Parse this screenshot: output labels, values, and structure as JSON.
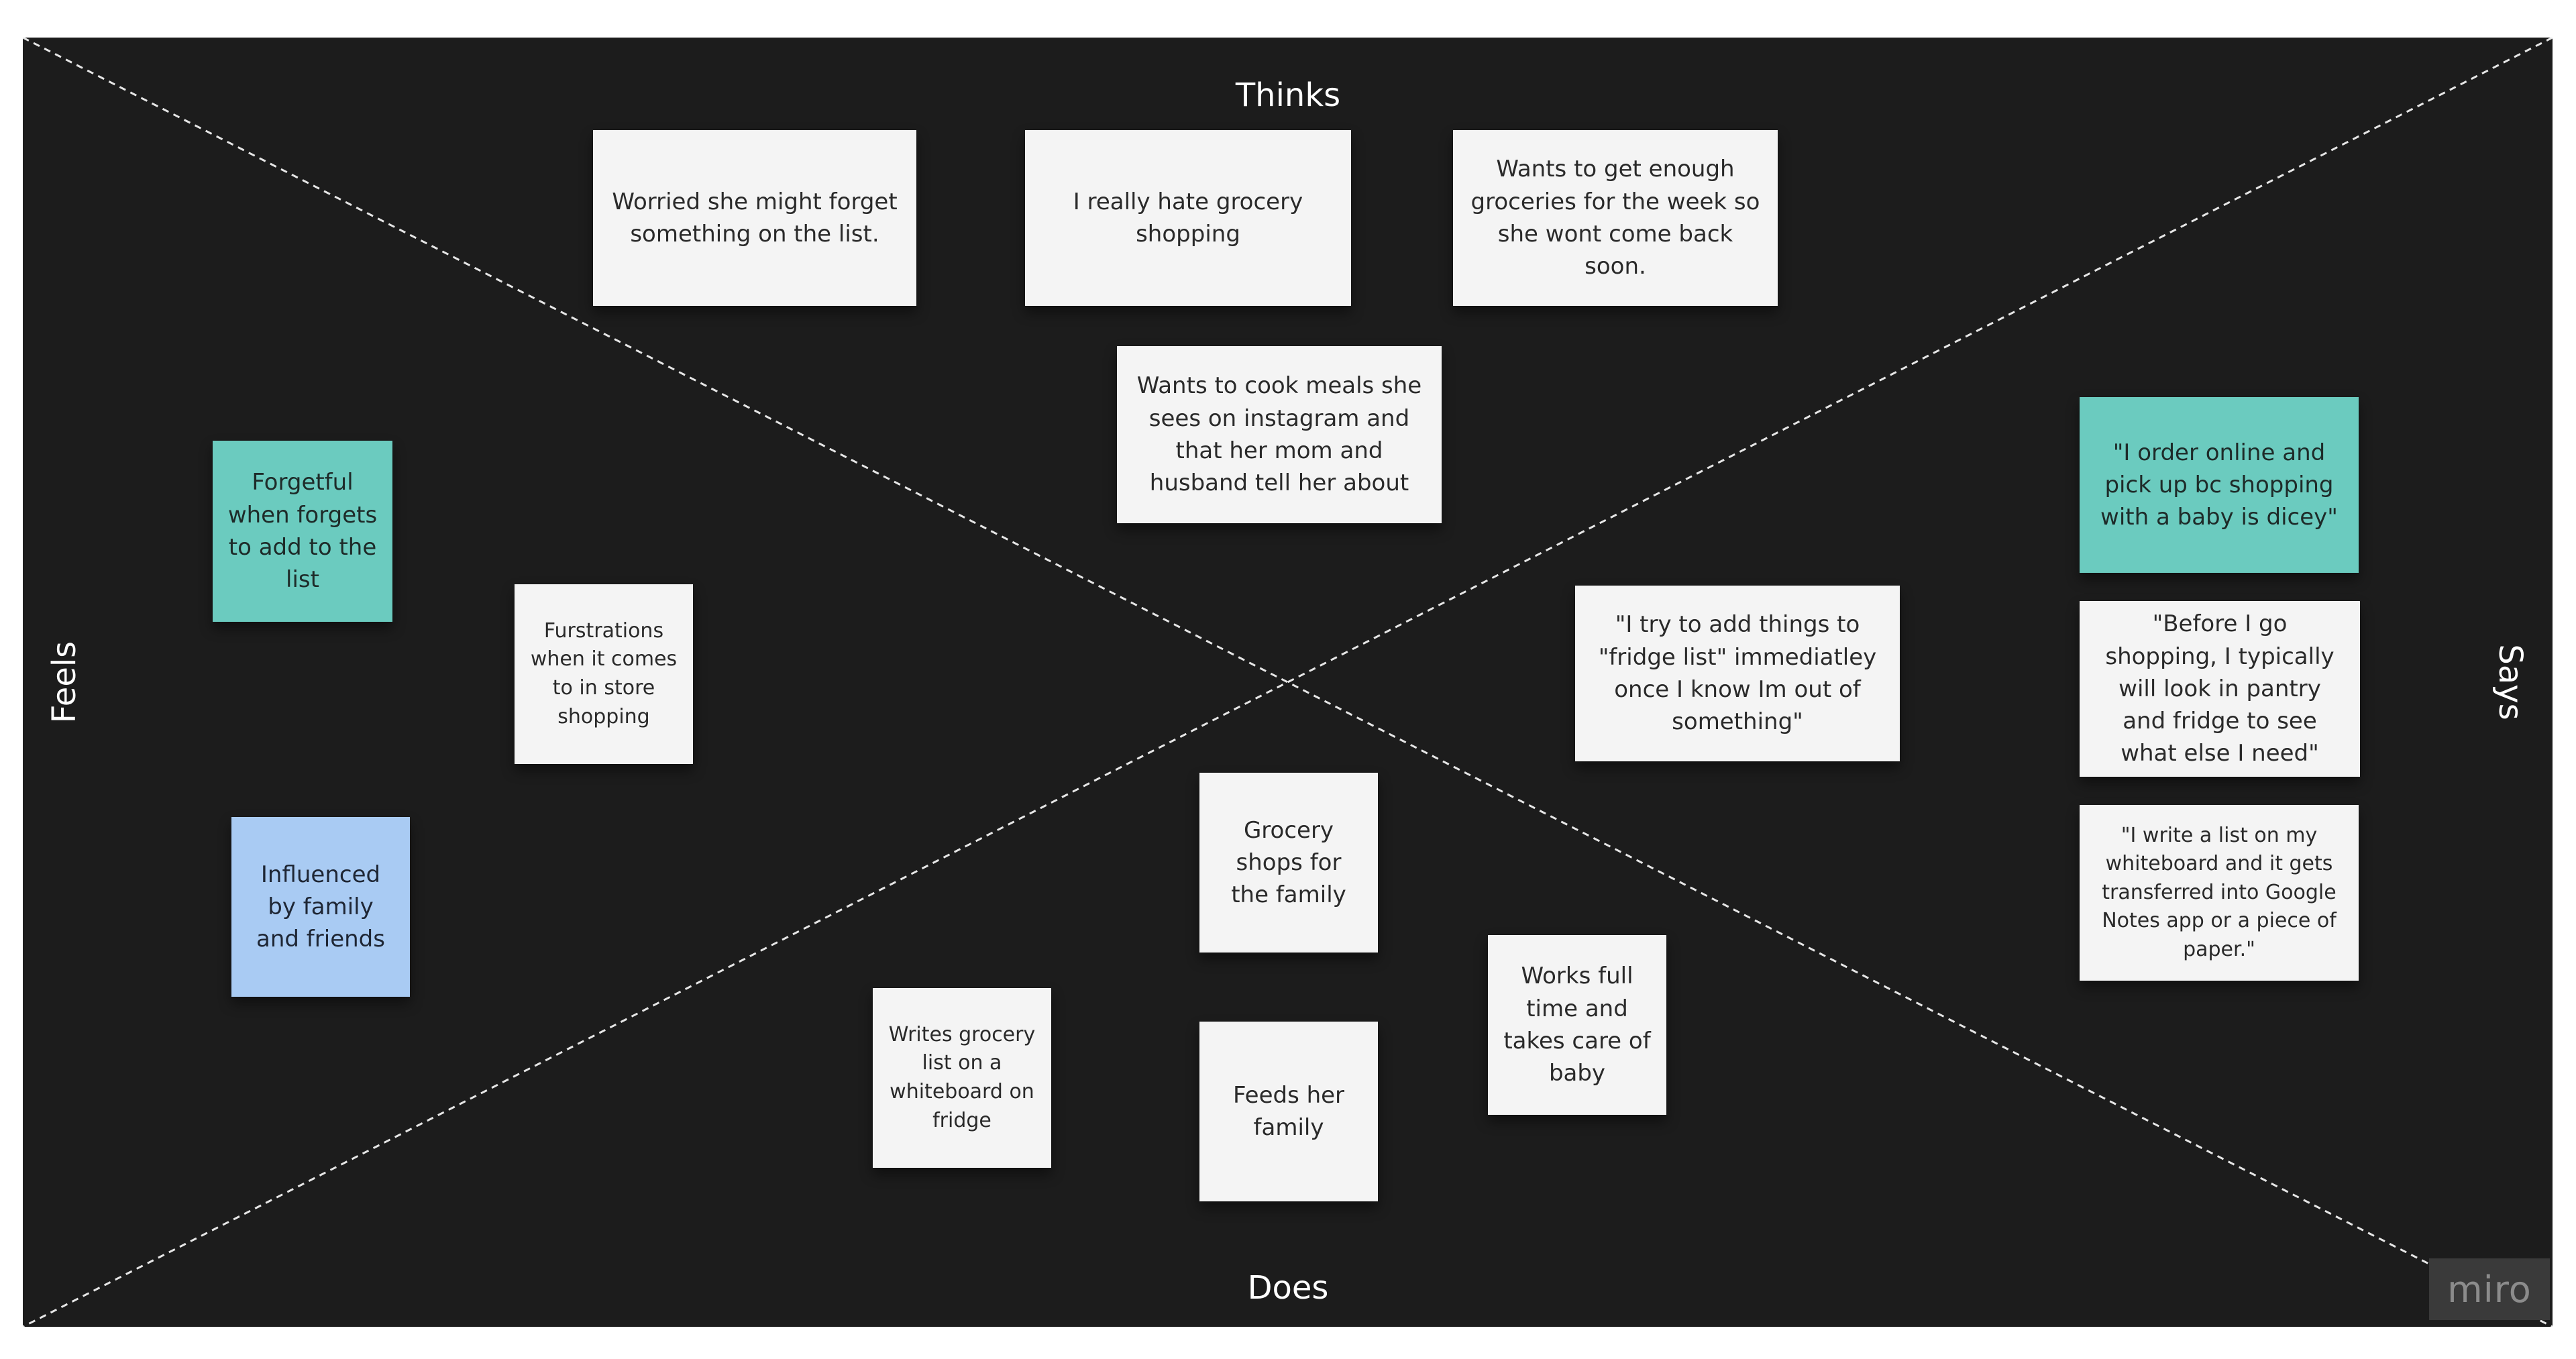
{
  "quadrants": {
    "thinks": "Thinks",
    "feels": "Feels",
    "says": "Says",
    "does": "Does"
  },
  "brand": "miro",
  "notes": {
    "thinks_1": "Worried she might forget something on the list.",
    "thinks_2": "I really hate grocery shopping",
    "thinks_3": "Wants to get enough groceries for the week so she wont come back soon.",
    "thinks_4": "Wants to cook meals she sees on instagram and that her mom and husband tell her about",
    "feels_1": "Forgetful when forgets to add to the list",
    "feels_2": "Furstrations when it comes to in store shopping",
    "feels_3": "Influenced by family and friends",
    "says_1": "\"I order online and pick up bc shopping with a baby is dicey\"",
    "says_2": "\"Before I go shopping, I typically will look in pantry and fridge to see what else I need\"",
    "says_3": "\"I write a list on my whiteboard and it gets transferred into Google Notes app or a piece of paper.\"",
    "says_4": "\"I try to add things to \"fridge list\" immediatley once I know Im out of something\"",
    "does_1": "Grocery shops for the family",
    "does_2": "Writes grocery list on a whiteboard on fridge",
    "does_3": "Feeds her family",
    "does_4": "Works full time and takes care of baby"
  },
  "colors": {
    "board": "#1c1c1c",
    "note_white": "#f4f4f4",
    "note_teal": "#6bcbbf",
    "note_blue": "#a9cbf3"
  }
}
